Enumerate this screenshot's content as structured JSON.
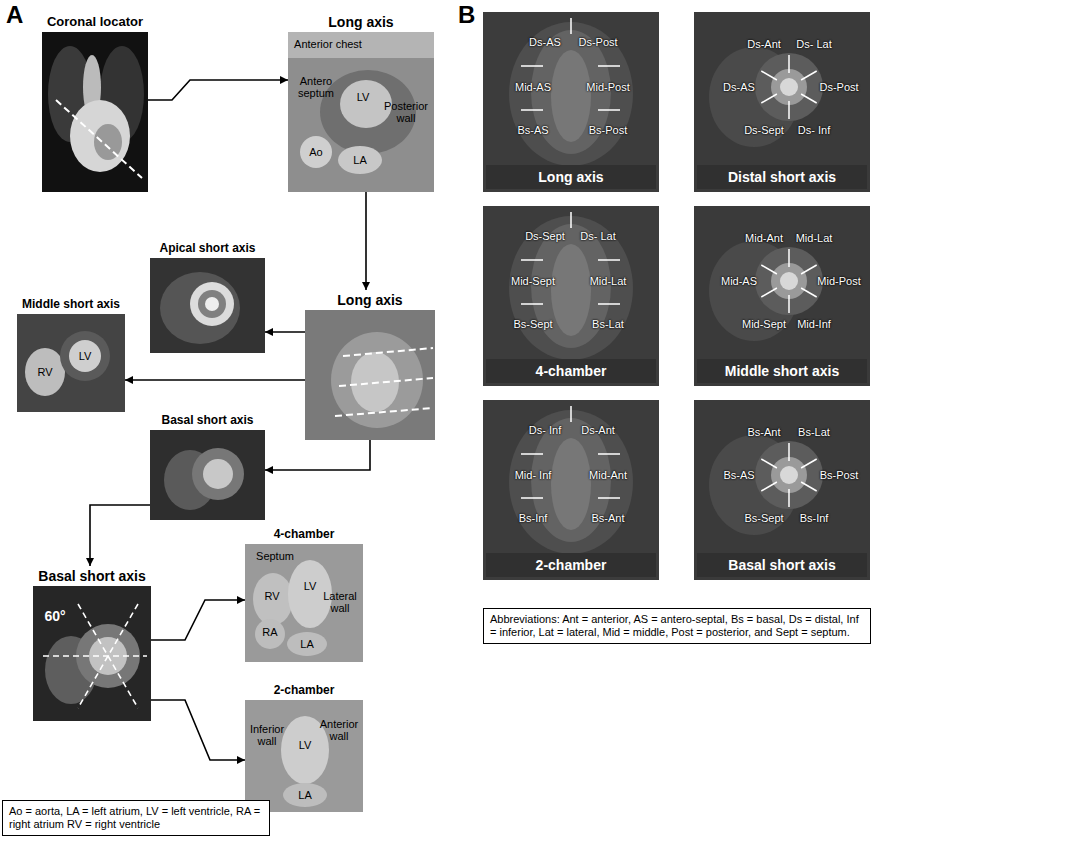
{
  "diagram": {
    "nodes": [
      {
        "text": [
          "Coronal locator"
        ]
      },
      {
        "text": [
          "Long axis",
          "Anterior chest",
          "Antero septum",
          "LV",
          "Posterior wall",
          "Ao",
          "LA"
        ]
      },
      {
        "text": [
          "Long axis"
        ]
      },
      {
        "text": [
          "Apical short axis"
        ]
      },
      {
        "text": [
          "Middle short axis",
          "RV",
          "LV"
        ]
      },
      {
        "text": [
          "Basal short axis"
        ]
      },
      {
        "text": [
          "Basal short axis",
          "60°"
        ]
      },
      {
        "text": [
          "4-chamber",
          "Septum",
          "RV",
          "LV",
          "Lateral wall",
          "RA",
          "LA"
        ]
      },
      {
        "text": [
          "2-chamber",
          "Inferior wall",
          "LV",
          "Anterior wall",
          "LA"
        ]
      },
      {
        "text": [
          "Ao = aorta, LA = left atrium, LV = left ventricle, RA = right atrium RV = right ventricle"
        ]
      },
      {
        "text": [
          "Long axis",
          "Ds-AS",
          "Ds-Post",
          "Mid-AS",
          "Mid-Post",
          "Bs-AS",
          "Bs-Post"
        ]
      },
      {
        "text": [
          "Distal short axis",
          "Ds-Ant",
          "Ds- Lat",
          "Ds-AS",
          "Ds-Post",
          "Ds-Sept",
          "Ds- Inf"
        ]
      },
      {
        "text": [
          "4-chamber",
          "Ds-Sept",
          "Ds- Lat",
          "Mid-Sept",
          "Mid-Lat",
          "Bs-Sept",
          "Bs-Lat"
        ]
      },
      {
        "text": [
          "Middle short axis",
          "Mid-Ant",
          "Mid-Lat",
          "Mid-AS",
          "Mid-Post",
          "Mid-Sept",
          "Mid-Inf"
        ]
      },
      {
        "text": [
          "2-chamber",
          "Ds- Inf",
          "Ds-Ant",
          "Mid- Inf",
          "Mid-Ant",
          "Bs-Inf",
          "Bs-Ant"
        ]
      },
      {
        "text": [
          "Basal short axis",
          "Bs-Ant",
          "Bs-Lat",
          "Bs-AS",
          "Bs-Post",
          "Bs-Sept",
          "Bs-Inf"
        ]
      },
      {
        "text": [
          "Abbreviations: Ant = anterior, AS = antero-septal, Bs = basal, Ds = distal, Inf = inferior, Lat = lateral, Mid = middle, Post = posterior, and Sept = septum."
        ]
      }
    ],
    "edges": [
      {
        "from": 0,
        "to": 1,
        "arrow": "to"
      },
      {
        "from": 1,
        "to": 2,
        "arrow": "to"
      },
      {
        "from": 2,
        "to": 3,
        "arrow": "to"
      },
      {
        "from": 2,
        "to": 4,
        "arrow": "to"
      },
      {
        "from": 2,
        "to": 5,
        "arrow": "to"
      },
      {
        "from": 5,
        "to": 6,
        "arrow": "to"
      },
      {
        "from": 6,
        "to": 7,
        "arrow": "to"
      },
      {
        "from": 6,
        "to": 8,
        "arrow": "to"
      }
    ],
    "labels": [
      "A",
      "B"
    ]
  }
}
